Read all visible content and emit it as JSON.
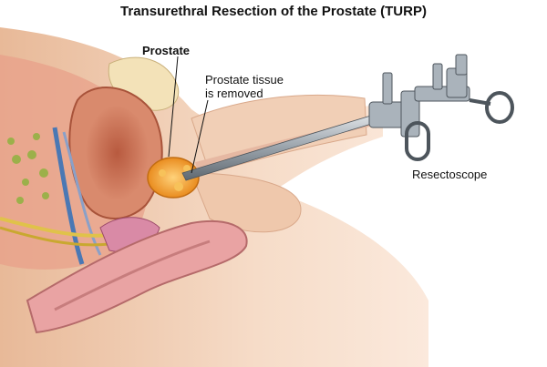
{
  "title": "Transurethral Resection of the Prostate (TURP)",
  "labels": {
    "prostate": "Prostate",
    "tissue_line1": "Prostate tissue",
    "tissue_line2": "is removed",
    "resectoscope": "Resectoscope"
  },
  "colors": {
    "skin": "#f4d9c4",
    "skin_shadow": "#e5b798",
    "muscle": "#d9826a",
    "bladder_inner": "#c0664a",
    "prostate": "#f3a43a",
    "rectum": "#e9a3a3",
    "instrument": "#9aa3ab"
  }
}
